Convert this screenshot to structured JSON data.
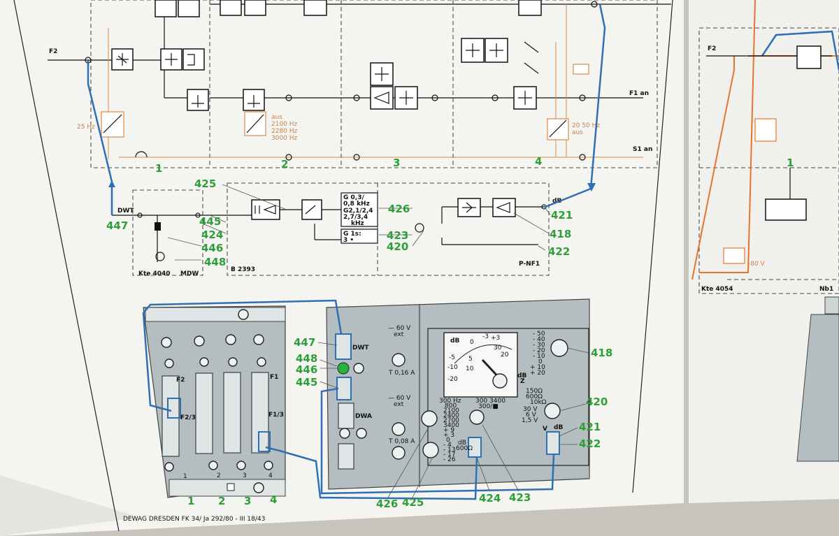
{
  "inputs": {
    "f2": "F2",
    "f1_an": "F1 an",
    "s1_an": "S1 an",
    "f2_right": "F2"
  },
  "upper_diagram": {
    "sections": [
      "1",
      "2",
      "3",
      "4"
    ],
    "hz_25": "25 Hz",
    "aus_freqs": [
      "aus",
      "2100 Hz",
      "2280 Hz",
      "3000 Hz"
    ],
    "aus_20_50": [
      "20  50 Hz",
      "aus"
    ]
  },
  "middle_diagram": {
    "dwt": "DWT",
    "kte_4040": "Kte 4040",
    "mdw": "MDW",
    "b_2393": "B 2393",
    "p_nf1": "P-NF1",
    "db": "dB",
    "g_box": [
      "G  0,3/",
      "0,8 kHz",
      "G2,1/2,4",
      "2,7/3,4",
      "kHz"
    ],
    "g_1s": [
      "G  1s:",
      "3 •"
    ]
  },
  "right_diagram": {
    "kte_4054": "Kte 4054",
    "nb1": "Nb1",
    "v80": "-80 V",
    "section": "1"
  },
  "callouts": {
    "c425": "425",
    "c426": "426",
    "c421": "421",
    "c418": "418",
    "c447": "447",
    "c445": "445",
    "c424": "424",
    "c446": "446",
    "c448": "448",
    "c423": "423",
    "c420": "420",
    "c422": "422"
  },
  "panel_callouts": {
    "c447": "447",
    "c448": "448",
    "c446": "446",
    "c445": "445",
    "c418": "418",
    "c420": "420",
    "c421": "421",
    "c422": "422",
    "c426": "426",
    "c425": "425",
    "c424": "424",
    "c423": "423"
  },
  "left_panel": {
    "f2": "F2",
    "f2_3": "F2/3",
    "f1": "F1",
    "f1_3": "F1/3",
    "slots": [
      "1",
      "2",
      "3",
      "4"
    ],
    "bottom": [
      "1",
      "2",
      "3",
      "4"
    ]
  },
  "right_panel": {
    "dwt": "DWT",
    "v60_ext_top": [
      "— 60 V",
      "ext"
    ],
    "t016": "T 0,16 A",
    "v60_ext_mid": [
      "— 60 V",
      "ext"
    ],
    "dwa": "DWA",
    "t008": "T 0,08 A",
    "meter_db": "dB",
    "meter_top_scale": [
      "0",
      "+3",
      "-3",
      "-5",
      "-10",
      "-20",
      "5",
      "10",
      "20",
      "30"
    ],
    "freq_top": "300 Hz",
    "freq_list": [
      "800",
      "2100",
      "2400",
      "2700",
      "3400"
    ],
    "freq_300_3400": [
      "300   3400",
      "300/■"
    ],
    "db_list": [
      "+ 9",
      "+ 3",
      "0",
      "- 4",
      "- 13",
      "- 17",
      "- 26"
    ],
    "db_600": [
      "dB",
      "600Ω"
    ],
    "range_list": [
      "- 50",
      "- 40",
      "- 30",
      "- 20",
      "- 10",
      "0",
      "+ 10",
      "+ 20"
    ],
    "dbz": [
      "dB",
      "Z"
    ],
    "z_list": [
      "150Ω",
      "600Ω",
      "10kΩ"
    ],
    "v_list": [
      "30 V",
      "6 V",
      "1,5 V"
    ],
    "v_db": [
      "V",
      "dB"
    ]
  },
  "footer": {
    "maker": "DEWAG DRESDEN   FK 34/ Ja 292/80 - III 18/43"
  }
}
